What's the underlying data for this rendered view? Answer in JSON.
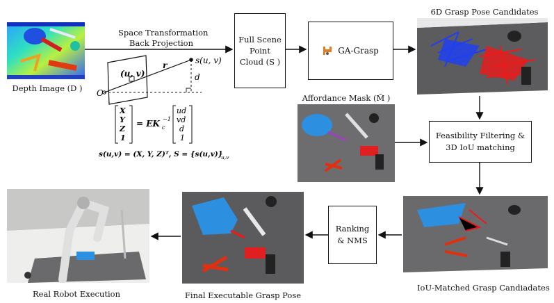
{
  "labels": {
    "depth_image": "Depth Image (D )",
    "space_transform_1": "Space Transformation",
    "space_transform_2": "Back Projection",
    "full_scene_1": "Full Scene",
    "full_scene_2": "Point",
    "full_scene_3": "Cloud (S )",
    "ga_grasp": "GA-Grasp",
    "grasp_candidates": "6D Grasp Pose Candidates",
    "affordance_mask": "Affordance Mask (M̃ )",
    "feasibility_1": "Feasibility Filtering &",
    "feasibility_2": "3D IoU matching",
    "ranking_1": "Ranking",
    "ranking_2": "& NMS",
    "iou_matched": "IoU-Matched Grasp Candiadates",
    "final_pose": "Final Executable Grasp Pose",
    "real_robot": "Real Robot Execution"
  },
  "math": {
    "point_label": "s(u, v)",
    "uv_label": "(u, v)",
    "r_label": "r",
    "d_label": "d",
    "origin_label": "O",
    "eq_lhs": [
      "X",
      "Y",
      "Z",
      "1"
    ],
    "eq_mid": "= EK",
    "eq_sub": "c",
    "eq_sup": "−1",
    "eq_rhs": [
      "ud",
      "vd",
      "d",
      "1"
    ],
    "eq_line2": "s(u,v) = (X, Y, Z)ᵀ,   S = {s(u,v)}",
    "eq_line2_sub": "u,v"
  },
  "colors": {
    "grasp_blue": "#1f3ff0",
    "grasp_red": "#f01818",
    "mask_blue": "#2c8fe0",
    "table_gray": "#5a5a5c"
  }
}
